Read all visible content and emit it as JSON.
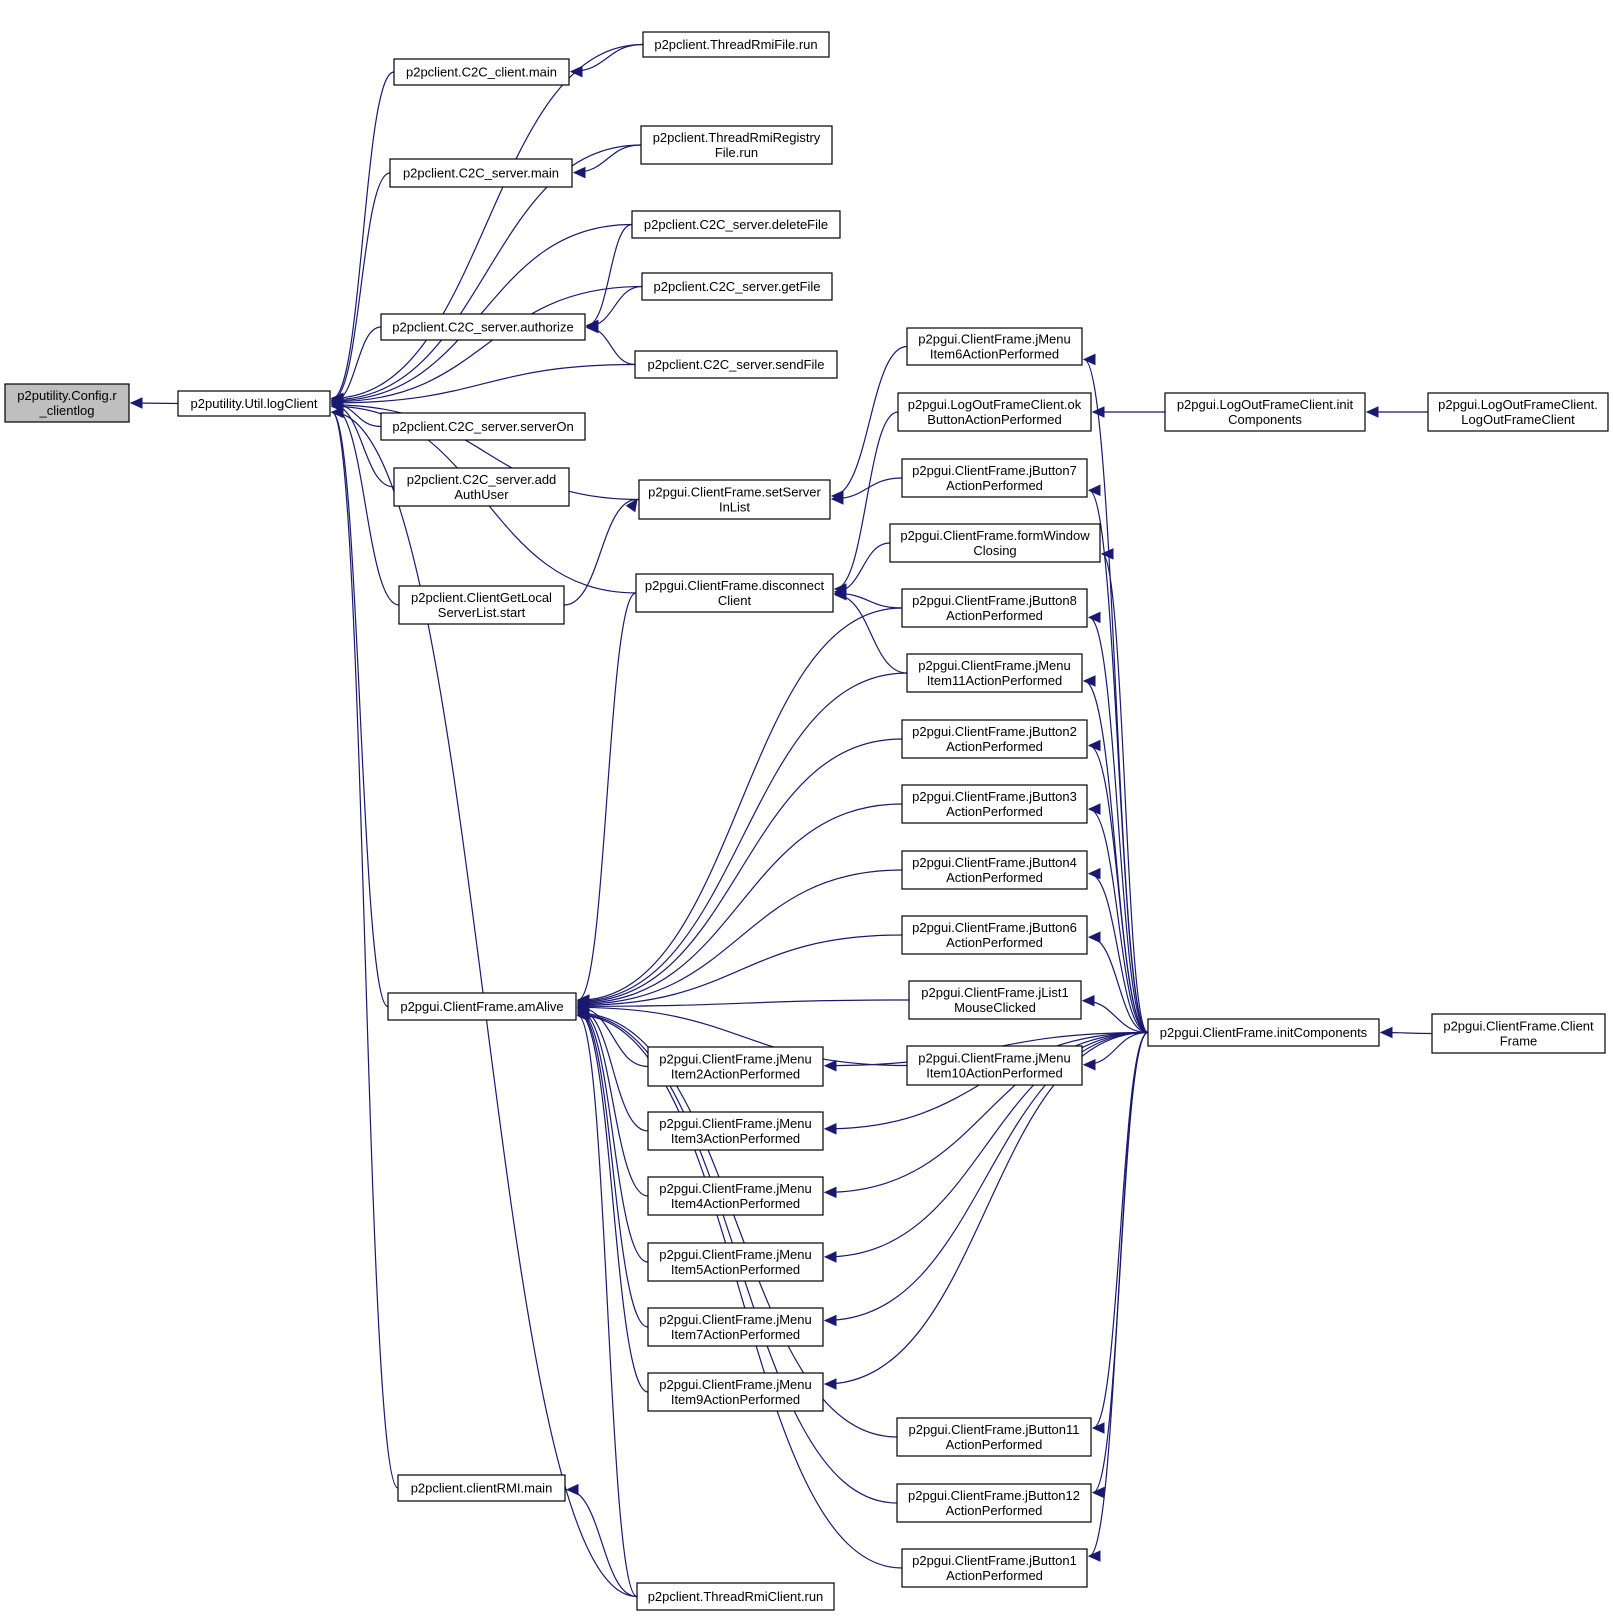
{
  "graph": {
    "edge_color": "#191970",
    "root_fill": "#bfbfbf",
    "nodes": [
      {
        "id": "n0",
        "lines": [
          "p2putility.Config.r",
          "_clientlog"
        ]
      },
      {
        "id": "n1",
        "lines": [
          "p2putility.Util.logClient"
        ]
      },
      {
        "id": "n2",
        "lines": [
          "p2pclient.C2C_client.main"
        ]
      },
      {
        "id": "n3",
        "lines": [
          "p2pclient.ThreadRmiFile.run"
        ]
      },
      {
        "id": "n4",
        "lines": [
          "p2pclient.ThreadRmiRegistry",
          "File.run"
        ]
      },
      {
        "id": "n5",
        "lines": [
          "p2pclient.C2C_server.main"
        ]
      },
      {
        "id": "n6",
        "lines": [
          "p2pclient.C2C_server.deleteFile"
        ]
      },
      {
        "id": "n7",
        "lines": [
          "p2pclient.C2C_server.getFile"
        ]
      },
      {
        "id": "n8",
        "lines": [
          "p2pclient.C2C_server.authorize"
        ]
      },
      {
        "id": "n9",
        "lines": [
          "p2pclient.C2C_server.sendFile"
        ]
      },
      {
        "id": "n10",
        "lines": [
          "p2pclient.C2C_server.serverOn"
        ]
      },
      {
        "id": "n11",
        "lines": [
          "p2pclient.C2C_server.add",
          "AuthUser"
        ]
      },
      {
        "id": "n12",
        "lines": [
          "p2pgui.ClientFrame.setServer",
          "InList"
        ]
      },
      {
        "id": "n13",
        "lines": [
          "p2pclient.ClientGetLocal",
          "ServerList.start"
        ]
      },
      {
        "id": "n14",
        "lines": [
          "p2pgui.ClientFrame.disconnect",
          "Client"
        ]
      },
      {
        "id": "n15",
        "lines": [
          "p2pgui.ClientFrame.amAlive"
        ]
      },
      {
        "id": "n16",
        "lines": [
          "p2pclient.clientRMI.main"
        ]
      },
      {
        "id": "n17",
        "lines": [
          "p2pclient.ThreadRmiClient.run"
        ]
      },
      {
        "id": "n18",
        "lines": [
          "p2pgui.ClientFrame.jMenu",
          "Item6ActionPerformed"
        ]
      },
      {
        "id": "n19",
        "lines": [
          "p2pgui.LogOutFrameClient.ok",
          "ButtonActionPerformed"
        ]
      },
      {
        "id": "n20",
        "lines": [
          "p2pgui.ClientFrame.jButton7",
          "ActionPerformed"
        ]
      },
      {
        "id": "n21",
        "lines": [
          "p2pgui.ClientFrame.formWindow",
          "Closing"
        ]
      },
      {
        "id": "n22",
        "lines": [
          "p2pgui.ClientFrame.jButton8",
          "ActionPerformed"
        ]
      },
      {
        "id": "n23",
        "lines": [
          "p2pgui.ClientFrame.jMenu",
          "Item11ActionPerformed"
        ]
      },
      {
        "id": "n24",
        "lines": [
          "p2pgui.ClientFrame.jButton2",
          "ActionPerformed"
        ]
      },
      {
        "id": "n25",
        "lines": [
          "p2pgui.ClientFrame.jButton3",
          "ActionPerformed"
        ]
      },
      {
        "id": "n26",
        "lines": [
          "p2pgui.ClientFrame.jButton4",
          "ActionPerformed"
        ]
      },
      {
        "id": "n27",
        "lines": [
          "p2pgui.ClientFrame.jButton6",
          "ActionPerformed"
        ]
      },
      {
        "id": "n28",
        "lines": [
          "p2pgui.ClientFrame.jList1",
          "MouseClicked"
        ]
      },
      {
        "id": "n29",
        "lines": [
          "p2pgui.ClientFrame.jMenu",
          "Item10ActionPerformed"
        ]
      },
      {
        "id": "n30",
        "lines": [
          "p2pgui.ClientFrame.jMenu",
          "Item2ActionPerformed"
        ]
      },
      {
        "id": "n31",
        "lines": [
          "p2pgui.ClientFrame.jMenu",
          "Item3ActionPerformed"
        ]
      },
      {
        "id": "n32",
        "lines": [
          "p2pgui.ClientFrame.jMenu",
          "Item4ActionPerformed"
        ]
      },
      {
        "id": "n33",
        "lines": [
          "p2pgui.ClientFrame.jMenu",
          "Item5ActionPerformed"
        ]
      },
      {
        "id": "n34",
        "lines": [
          "p2pgui.ClientFrame.jMenu",
          "Item7ActionPerformed"
        ]
      },
      {
        "id": "n35",
        "lines": [
          "p2pgui.ClientFrame.jMenu",
          "Item9ActionPerformed"
        ]
      },
      {
        "id": "n36",
        "lines": [
          "p2pgui.ClientFrame.jButton11",
          "ActionPerformed"
        ]
      },
      {
        "id": "n37",
        "lines": [
          "p2pgui.ClientFrame.jButton12",
          "ActionPerformed"
        ]
      },
      {
        "id": "n38",
        "lines": [
          "p2pgui.ClientFrame.jButton1",
          "ActionPerformed"
        ]
      },
      {
        "id": "n39",
        "lines": [
          "p2pgui.LogOutFrameClient.init",
          "Components"
        ]
      },
      {
        "id": "n40",
        "lines": [
          "p2pgui.LogOutFrameClient.",
          "LogOutFrameClient"
        ]
      },
      {
        "id": "n41",
        "lines": [
          "p2pgui.ClientFrame.initComponents"
        ]
      },
      {
        "id": "n42",
        "lines": [
          "p2pgui.ClientFrame.Client",
          "Frame"
        ]
      }
    ],
    "edges": [
      [
        "n1",
        "n0"
      ],
      [
        "n2",
        "n1"
      ],
      [
        "n3",
        "n1"
      ],
      [
        "n4",
        "n1"
      ],
      [
        "n5",
        "n1"
      ],
      [
        "n6",
        "n1"
      ],
      [
        "n7",
        "n1"
      ],
      [
        "n8",
        "n1"
      ],
      [
        "n9",
        "n1"
      ],
      [
        "n10",
        "n1"
      ],
      [
        "n11",
        "n1"
      ],
      [
        "n12",
        "n1"
      ],
      [
        "n13",
        "n1"
      ],
      [
        "n14",
        "n1"
      ],
      [
        "n15",
        "n1"
      ],
      [
        "n16",
        "n1"
      ],
      [
        "n17",
        "n1"
      ],
      [
        "n3",
        "n2"
      ],
      [
        "n4",
        "n5"
      ],
      [
        "n6",
        "n8"
      ],
      [
        "n7",
        "n8"
      ],
      [
        "n9",
        "n8"
      ],
      [
        "n13",
        "n12"
      ],
      [
        "n18",
        "n12"
      ],
      [
        "n20",
        "n12"
      ],
      [
        "n19",
        "n14"
      ],
      [
        "n21",
        "n14"
      ],
      [
        "n22",
        "n14"
      ],
      [
        "n23",
        "n14"
      ],
      [
        "n14",
        "n15"
      ],
      [
        "n22",
        "n15"
      ],
      [
        "n23",
        "n15"
      ],
      [
        "n24",
        "n15"
      ],
      [
        "n25",
        "n15"
      ],
      [
        "n26",
        "n15"
      ],
      [
        "n27",
        "n15"
      ],
      [
        "n28",
        "n15"
      ],
      [
        "n29",
        "n15"
      ],
      [
        "n30",
        "n15"
      ],
      [
        "n31",
        "n15"
      ],
      [
        "n32",
        "n15"
      ],
      [
        "n33",
        "n15"
      ],
      [
        "n34",
        "n15"
      ],
      [
        "n35",
        "n15"
      ],
      [
        "n36",
        "n15"
      ],
      [
        "n37",
        "n15"
      ],
      [
        "n38",
        "n15"
      ],
      [
        "n17",
        "n15"
      ],
      [
        "n17",
        "n16"
      ],
      [
        "n39",
        "n19"
      ],
      [
        "n40",
        "n39"
      ],
      [
        "n41",
        "n18"
      ],
      [
        "n41",
        "n20"
      ],
      [
        "n41",
        "n21"
      ],
      [
        "n41",
        "n22"
      ],
      [
        "n41",
        "n23"
      ],
      [
        "n41",
        "n24"
      ],
      [
        "n41",
        "n25"
      ],
      [
        "n41",
        "n26"
      ],
      [
        "n41",
        "n27"
      ],
      [
        "n41",
        "n28"
      ],
      [
        "n41",
        "n29"
      ],
      [
        "n41",
        "n30"
      ],
      [
        "n41",
        "n31"
      ],
      [
        "n41",
        "n32"
      ],
      [
        "n41",
        "n33"
      ],
      [
        "n41",
        "n34"
      ],
      [
        "n41",
        "n35"
      ],
      [
        "n41",
        "n36"
      ],
      [
        "n41",
        "n37"
      ],
      [
        "n41",
        "n38"
      ],
      [
        "n42",
        "n41"
      ]
    ]
  }
}
